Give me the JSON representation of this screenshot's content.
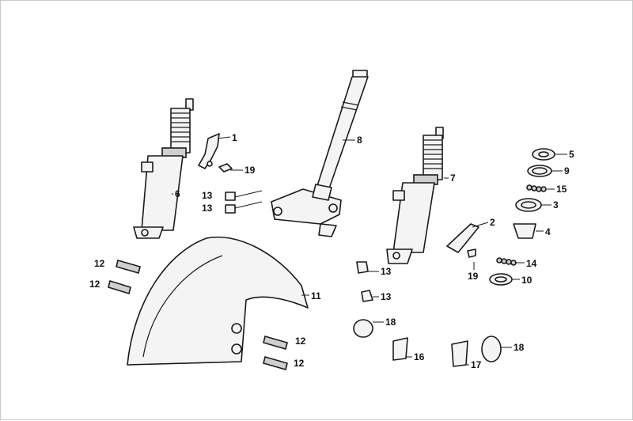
{
  "diagram": {
    "callouts": [
      {
        "id": "c1",
        "text": "1"
      },
      {
        "id": "c2",
        "text": "2"
      },
      {
        "id": "c3",
        "text": "3"
      },
      {
        "id": "c4",
        "text": "4"
      },
      {
        "id": "c5",
        "text": "5"
      },
      {
        "id": "c6",
        "text": "6"
      },
      {
        "id": "c7",
        "text": "7"
      },
      {
        "id": "c8",
        "text": "8"
      },
      {
        "id": "c9",
        "text": "9"
      },
      {
        "id": "c10",
        "text": "10"
      },
      {
        "id": "c11",
        "text": "11"
      },
      {
        "id": "c12a",
        "text": "12"
      },
      {
        "id": "c12b",
        "text": "12"
      },
      {
        "id": "c12c",
        "text": "12"
      },
      {
        "id": "c12d",
        "text": "12"
      },
      {
        "id": "c13a",
        "text": "13"
      },
      {
        "id": "c13b",
        "text": "13"
      },
      {
        "id": "c13c",
        "text": "13"
      },
      {
        "id": "c13d",
        "text": "13"
      },
      {
        "id": "c14",
        "text": "14"
      },
      {
        "id": "c15",
        "text": "15"
      },
      {
        "id": "c16",
        "text": "16"
      },
      {
        "id": "c17",
        "text": "17"
      },
      {
        "id": "c18a",
        "text": "18"
      },
      {
        "id": "c18b",
        "text": "18"
      },
      {
        "id": "c19a",
        "text": "19"
      },
      {
        "id": "c19b",
        "text": "19"
      }
    ]
  }
}
